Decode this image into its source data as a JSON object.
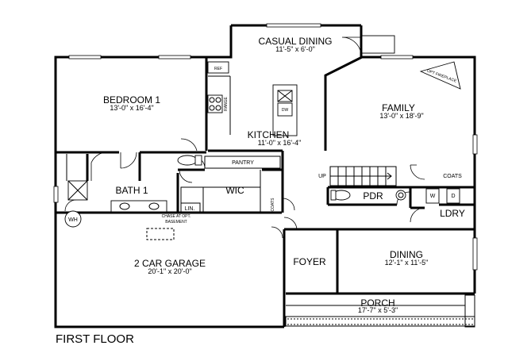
{
  "plan": {
    "floor_label": "FIRST FLOOR",
    "rooms": {
      "casual_dining": {
        "name": "CASUAL DINING",
        "dims": "11'-5\" x 6'-0\""
      },
      "bedroom1": {
        "name": "BEDROOM 1",
        "dims": "13'-0\" x 16'-4\""
      },
      "kitchen": {
        "name": "KITCHEN",
        "dims": "11'-0\" x 16'-4\""
      },
      "family": {
        "name": "FAMILY",
        "dims": "13'-0\" x 18'-9\""
      },
      "bath1": {
        "name": "BATH 1"
      },
      "wic": {
        "name": "WIC"
      },
      "pantry": {
        "name": "PANTRY"
      },
      "pdr": {
        "name": "PDR"
      },
      "ldry": {
        "name": "LDRY"
      },
      "garage": {
        "name": "2 CAR GARAGE",
        "dims": "20'-1\" x 20'-0\""
      },
      "foyer": {
        "name": "FOYER"
      },
      "dining": {
        "name": "DINING",
        "dims": "12'-1\" x 11'-5\""
      },
      "porch": {
        "name": "PORCH",
        "dims": "17'-7\" x 5'-3\""
      }
    },
    "labels": {
      "ref": "REF",
      "range": "RANGE",
      "dw": "DW",
      "fireplace": "OPT FIREPLACE",
      "up": "UP",
      "coats_right": "COATS",
      "coats_center": "COATS",
      "lin": "LIN.",
      "wh": "WH",
      "chase": "CHASE AT OPT.",
      "basement": "BASEMENT",
      "washer": "W",
      "dryer": "D"
    }
  }
}
